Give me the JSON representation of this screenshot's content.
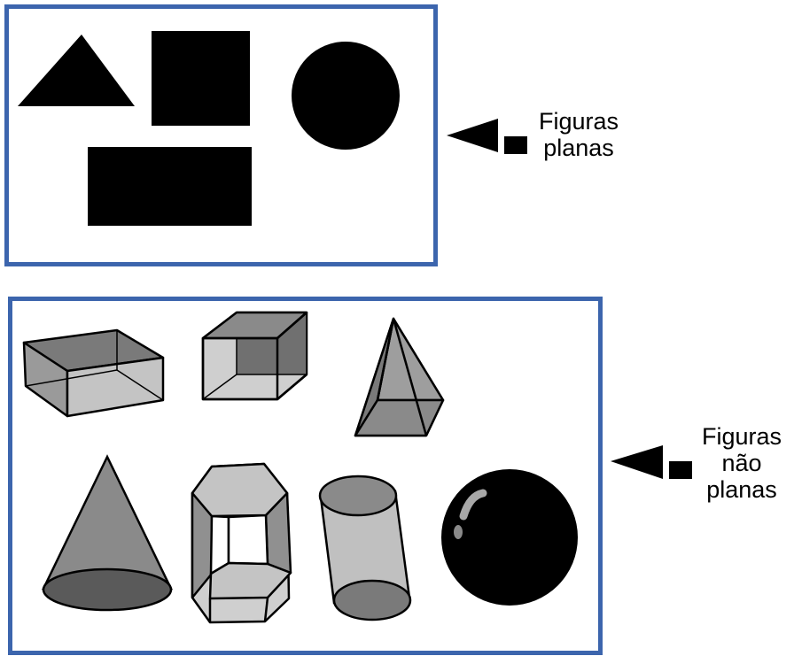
{
  "colors": {
    "border": "#3c65ad",
    "flat_fill": "#000000",
    "solid_dark": "#808080",
    "solid_light": "#c0c0c0",
    "sphere": "#000000"
  },
  "labels": {
    "planas": [
      "Figuras",
      "planas"
    ],
    "nao_planas": [
      "Figuras",
      "não",
      "planas"
    ]
  },
  "icons": {
    "pointer_planas": "left-arrow-pointer-icon",
    "pointer_nao_planas": "left-arrow-pointer-icon"
  }
}
